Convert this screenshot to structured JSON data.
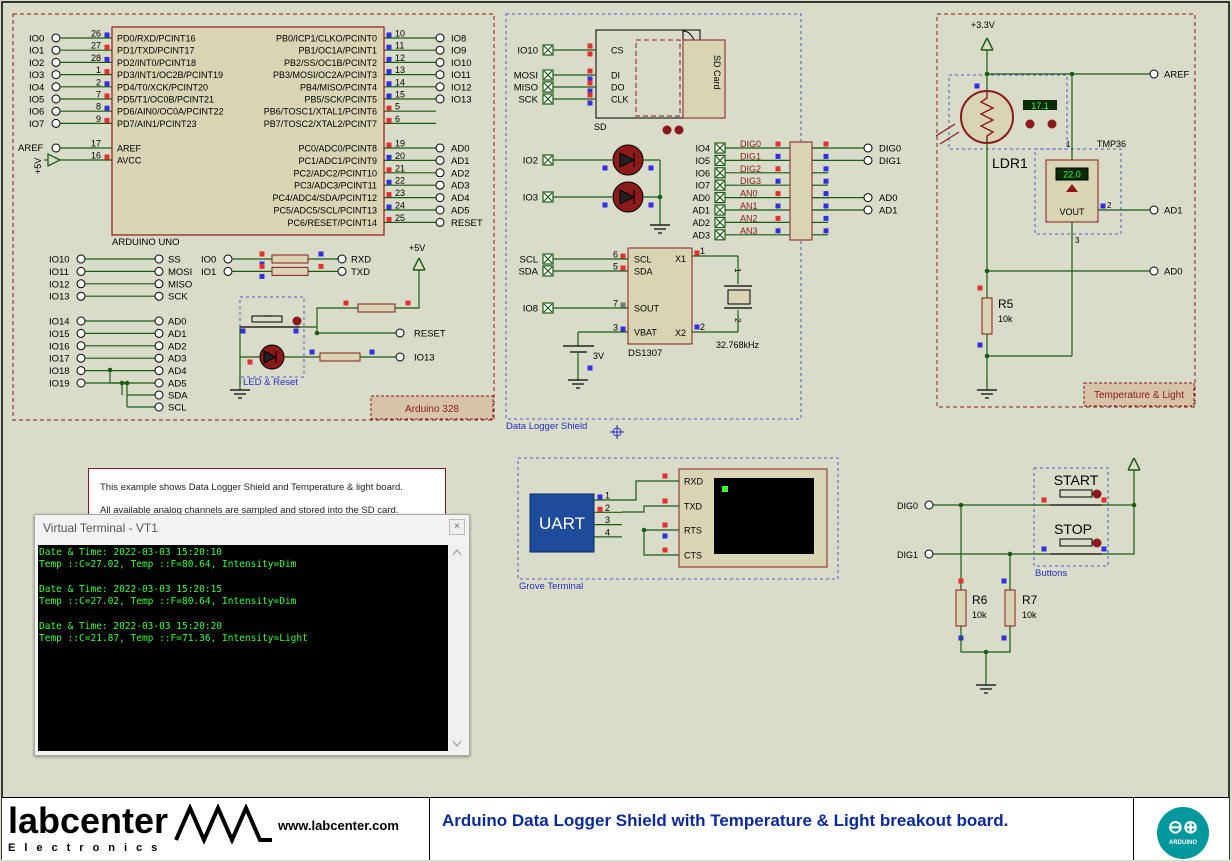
{
  "colors": {
    "wire": "#1a5c12",
    "border": "#8b1a1a",
    "body": "#d9d4b4",
    "pin_red": "#e23030",
    "pin_blue": "#3030e0",
    "terminal_green": "#39ff39",
    "title_blue": "#0a2a9c"
  },
  "arduino": {
    "left_pins": [
      {
        "net": "IO0",
        "num": "26",
        "name": "PD0/RXD/PCINT16"
      },
      {
        "net": "IO1",
        "num": "27",
        "name": "PD1/TXD/PCINT17"
      },
      {
        "net": "IO2",
        "num": "28",
        "name": "PD2/INT0/PCINT18"
      },
      {
        "net": "IO3",
        "num": "1",
        "name": "PD3/INT1/OC2B/PCINT19"
      },
      {
        "net": "IO4",
        "num": "2",
        "name": "PD4/T0/XCK/PCINT20"
      },
      {
        "net": "IO5",
        "num": "7",
        "name": "PD5/T1/OC0B/PCINT21"
      },
      {
        "net": "IO6",
        "num": "8",
        "name": "PD6/AIN0/OC0A/PCINT22"
      },
      {
        "net": "IO7",
        "num": "9",
        "name": "PD7/AIN1/PCINT23"
      }
    ],
    "right_pins": [
      {
        "net": "IO8",
        "num": "10",
        "name": "PB0/ICP1/CLKO/PCINT0"
      },
      {
        "net": "IO9",
        "num": "11",
        "name": "PB1/OC1A/PCINT1"
      },
      {
        "net": "IO10",
        "num": "12",
        "name": "PB2/SS/OC1B/PCINT2"
      },
      {
        "net": "IO11",
        "num": "13",
        "name": "PB3/MOSI/OC2A/PCINT3"
      },
      {
        "net": "IO12",
        "num": "14",
        "name": "PB4/MISO/PCINT4"
      },
      {
        "net": "IO13",
        "num": "15",
        "name": "PB5/SCK/PCINT5"
      },
      {
        "net": "",
        "num": "5",
        "name": "PB6/TOSC1/XTAL1/PCINT6"
      },
      {
        "net": "",
        "num": "6",
        "name": "PB7/TOSC2/XTAL2/PCINT7"
      }
    ],
    "analog_pins": [
      {
        "net": "AD0",
        "num": "19",
        "name": "PC0/ADC0/PCINT8"
      },
      {
        "net": "AD1",
        "num": "20",
        "name": "PC1/ADC1/PCINT9"
      },
      {
        "net": "AD2",
        "num": "21",
        "name": "PC2/ADC2/PCINT10"
      },
      {
        "net": "AD3",
        "num": "22",
        "name": "PC3/ADC3/PCINT11"
      },
      {
        "net": "AD4",
        "num": "23",
        "name": "PC4/ADC4/SDA/PCINT12"
      },
      {
        "net": "AD5",
        "num": "24",
        "name": "PC5/ADC5/SCL/PCINT13"
      },
      {
        "net": "RESET",
        "num": "25",
        "name": "PC6/RESET/PCINT14"
      }
    ],
    "aref": {
      "net": "AREF",
      "num": "17",
      "name": "AREF"
    },
    "avcc": {
      "net": "+5V",
      "num": "16",
      "name": "AVCC"
    },
    "chip_label": "ARDUINO UNO",
    "spi_aliases": [
      {
        "net": "IO10",
        "alias": "SS"
      },
      {
        "net": "IO11",
        "alias": "MOSI"
      },
      {
        "net": "IO12",
        "alias": "MISO"
      },
      {
        "net": "IO13",
        "alias": "SCK"
      }
    ],
    "analog_aliases": [
      {
        "net": "IO14",
        "alias": "AD0"
      },
      {
        "net": "IO15",
        "alias": "AD1"
      },
      {
        "net": "IO16",
        "alias": "AD2"
      },
      {
        "net": "IO17",
        "alias": "AD3"
      },
      {
        "net": "IO18",
        "alias": "AD4"
      },
      {
        "net": "IO19",
        "alias": "AD5"
      }
    ],
    "bus_extra": [
      "SDA",
      "SCL"
    ],
    "uart_nets": [
      {
        "net": "IO0",
        "alias": "RXD"
      },
      {
        "net": "IO1",
        "alias": "TXD"
      }
    ],
    "vcc_label": "+5V",
    "reset_label": "RESET",
    "io13_label": "IO13",
    "led_reset_label": "LED & Reset",
    "section_label": "Arduino 328"
  },
  "logger": {
    "sd_pins": [
      {
        "net": "IO10",
        "pin": "CS"
      },
      {
        "net": "MOSI",
        "pin": "DI"
      },
      {
        "net": "MISO",
        "pin": "DO"
      },
      {
        "net": "SCK",
        "pin": "CLK"
      }
    ],
    "sd_label": "SD Card",
    "sd_ref": "SD",
    "led_nets": [
      "IO2",
      "IO3"
    ],
    "header_left": [
      "IO4",
      "IO5",
      "IO6",
      "IO7",
      "AD0",
      "AD1",
      "AD2",
      "AD3"
    ],
    "header_right": [
      "DIG0",
      "DIG1",
      "DIG2",
      "DIG3",
      "AN0",
      "AN1",
      "AN2",
      "AN3"
    ],
    "header_out": [
      {
        "net": "DIG0"
      },
      {
        "net": "DIG1"
      },
      {
        "net": "AD0"
      },
      {
        "net": "AD1"
      }
    ],
    "rtc_left": [
      {
        "net": "SCL",
        "num": "6",
        "pin": "SCL"
      },
      {
        "net": "SDA",
        "num": "5",
        "pin": "SDA"
      },
      {
        "net": "IO8",
        "num": "7",
        "pin": "SOUT"
      },
      {
        "net": "",
        "num": "3",
        "pin": "VBAT"
      }
    ],
    "rtc_x1": "X1",
    "rtc_x2": "X2",
    "rtc_x1_num": "1",
    "rtc_x2_num": "2",
    "rtc_ref": "DS1307",
    "battery": "3V",
    "crystal": "32.768kHz",
    "xtal_pins": [
      "1",
      "2"
    ],
    "section_label": "Data Logger Shield"
  },
  "temp_light": {
    "supply": "+3.3V",
    "aref": "AREF",
    "ldr_ref": "LDR1",
    "ldr_value": "17.1",
    "sensor_ref": "TMP36",
    "sensor_value": "22.0",
    "vout": "VOUT",
    "pin1": "1",
    "pin2": "2",
    "pin3": "3",
    "ad1": "AD1",
    "ad0": "AD0",
    "r5": "R5",
    "r5_val": "10k",
    "section_label": "Temperature & Light"
  },
  "grove": {
    "uart": "UART",
    "pins": [
      "1",
      "2",
      "3",
      "4"
    ],
    "term_pins": [
      "RXD",
      "TXD",
      "RTS",
      "CTS"
    ],
    "section_label": "Grove Terminal"
  },
  "buttons": {
    "dig0": "DIG0",
    "dig1": "DIG1",
    "start": "START",
    "stop": "STOP",
    "r6": "R6",
    "r6_val": "10k",
    "r7": "R7",
    "r7_val": "10k",
    "section_label": "Buttons"
  },
  "description": [
    "This example shows Data Logger Shield and Temperature & light board.",
    "All available analog channels are sampled and stored into the SD card."
  ],
  "terminal": {
    "title": "Virtual Terminal - VT1",
    "close": "×",
    "lines": [
      "Date & Time: 2022-03-03 15:20:10",
      "Temp ::C=27.02, Temp ::F=80.64, Intensity=Dim",
      "",
      "Date & Time: 2022-03-03 15:20:15",
      "Temp ::C=27.02, Temp ::F=80.64, Intensity=Dim",
      "",
      "Date & Time: 2022-03-03 15:20:20",
      "Temp ::C=21.87, Temp ::F=71.36, Intensity=Light"
    ]
  },
  "footer": {
    "logo": "labcenter",
    "logo_sub": "Electronics",
    "url": "www.labcenter.com",
    "title": "Arduino Data Logger Shield with Temperature & Light breakout board.",
    "badge": "ARDUINO",
    "badge_symbol": "⊖⊕"
  }
}
